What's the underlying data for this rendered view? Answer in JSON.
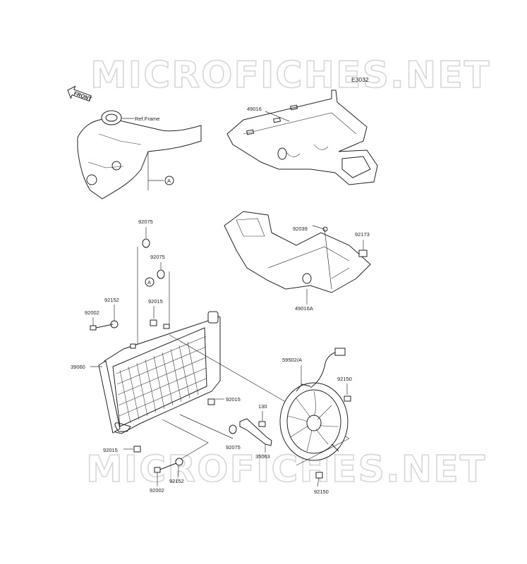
{
  "watermark": "MICROFICHES.NET",
  "diagram_code": "E3032",
  "front_arrow_text": "FRONT",
  "ref_frame": "Ref.Frame",
  "callout_A": "A",
  "parts": {
    "p49016": "49016",
    "p49016A": "49016A",
    "p92039": "92039",
    "p92173": "92173",
    "p92075a": "92075",
    "p92075b": "92075",
    "p92075c": "92075",
    "p92152a": "92152",
    "p92152b": "92152",
    "p92002a": "92002",
    "p92002b": "92002",
    "p92015a": "92015",
    "p92015b": "92015",
    "p92015c": "92015",
    "p39060": "39060",
    "p59502": "59502/A",
    "p92150a": "92150",
    "p92150b": "92150",
    "p130": "130",
    "p35063": "35063"
  }
}
